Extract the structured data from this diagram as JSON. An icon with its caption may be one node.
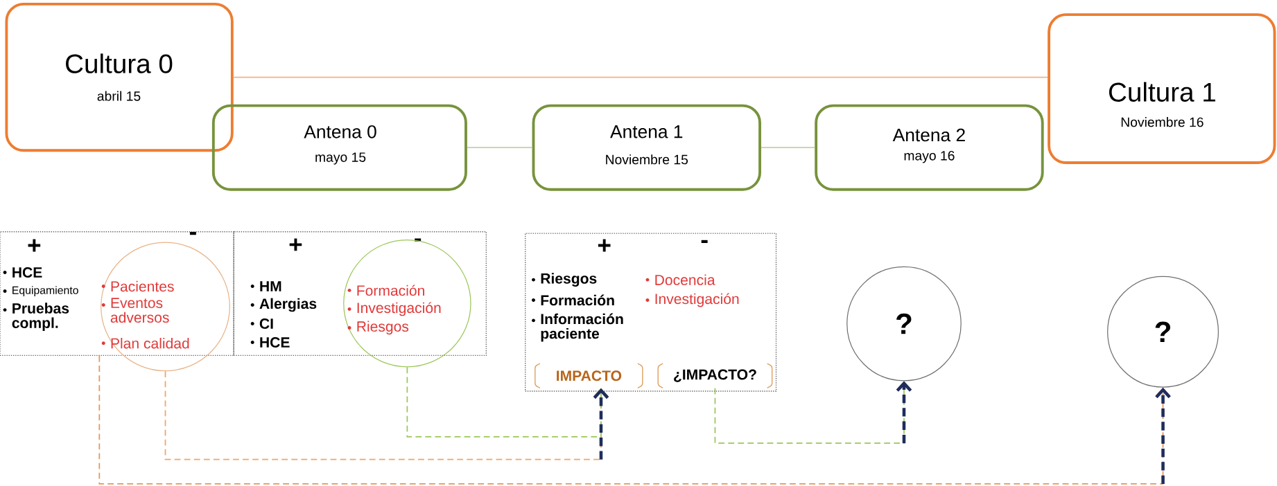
{
  "diagram": {
    "nodes": [
      {
        "text": [
          "Cultura 0",
          "abril 15"
        ]
      },
      {
        "text": [
          "Antena 0",
          "mayo 15"
        ]
      },
      {
        "text": [
          "Antena 1",
          "Noviembre 15"
        ]
      },
      {
        "text": [
          "Antena 2",
          "mayo 16"
        ]
      },
      {
        "text": [
          "Cultura 1",
          "Noviembre 16"
        ]
      },
      {
        "text": [
          "+",
          "-",
          "HCE",
          "Equipamiento",
          "Pruebas compl."
        ]
      },
      {
        "text": [
          "Pacientes",
          "Eventos adversos",
          "Plan calidad"
        ]
      },
      {
        "text": [
          "+",
          "-",
          "HM",
          "Alergias",
          "CI",
          "HCE"
        ]
      },
      {
        "text": [
          "Formación",
          "Investigación",
          "Riesgos"
        ]
      },
      {
        "text": [
          "+",
          "-",
          "Riesgos",
          "Formación",
          "Información paciente",
          "Docencia",
          "Investigación"
        ]
      },
      {
        "text": [
          "IMPACTO"
        ],
        "in": 9
      },
      {
        "text": [
          "¿IMPACTO?"
        ],
        "in": 9
      },
      {
        "text": [
          "?"
        ]
      },
      {
        "text": [
          "?"
        ]
      }
    ],
    "edges": [
      {
        "from": 0,
        "to": 4,
        "arrow": "none",
        "color": "#f4b183"
      },
      {
        "from": 1,
        "to": 2,
        "arrow": "none",
        "color": "#c3cfae"
      },
      {
        "from": 2,
        "to": 3,
        "arrow": "none",
        "color": "#c3cfae"
      },
      {
        "from": 6,
        "to": 10,
        "arrow": "to",
        "style": "dashed",
        "color": "#f4a460"
      },
      {
        "from": 8,
        "to": 10,
        "arrow": "to",
        "style": "dashed",
        "color": "#9bc75a"
      },
      {
        "from": 11,
        "to": 12,
        "arrow": "to",
        "style": "dashed",
        "color": "#9bc75a"
      },
      {
        "from": 5,
        "to": 13,
        "arrow": "to",
        "style": "dashed",
        "color": "#e8955a"
      }
    ]
  }
}
